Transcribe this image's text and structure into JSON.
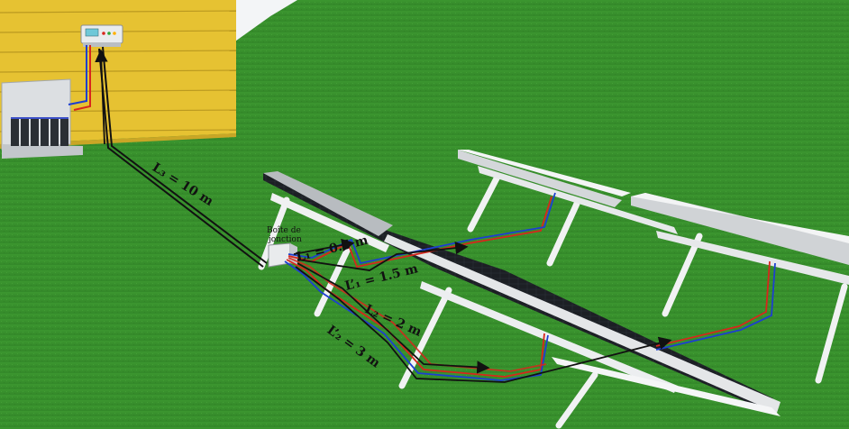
{
  "labels": {
    "l3": "L₃ = 10 m",
    "junction_line1": "Boîte de",
    "junction_line2": "jonction",
    "l1": "L₁ = 0.5 m",
    "l1p": "L’₁ = 1.5 m",
    "l2": "L₂ = 2 m",
    "l2p": "L’₂ = 3 m"
  },
  "colors": {
    "grass": "#3f9a2f",
    "house_wall": "#e8c53a",
    "positive_wire": "#d8261c",
    "negative_wire": "#1d3fd0",
    "main_cable": "#111111",
    "panel": "#1e2126",
    "frame": "#e2e4e6"
  },
  "icons": {
    "controller": "charge-controller-icon",
    "battery_bank": "battery-bank-icon",
    "junction_box": "junction-box-icon"
  }
}
